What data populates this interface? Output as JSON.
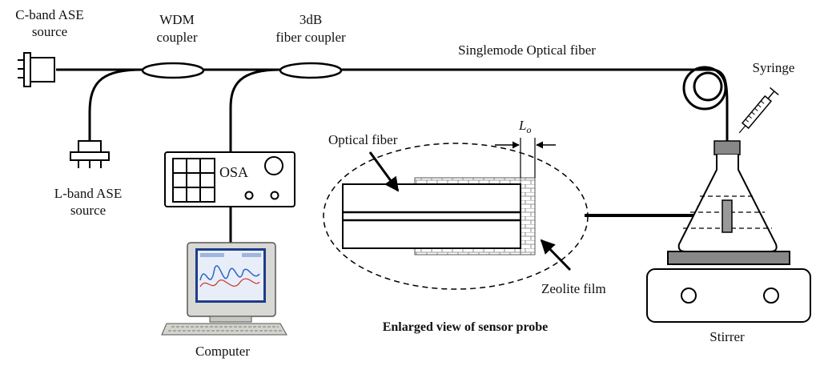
{
  "labels": {
    "cband_line1": "C-band ASE",
    "cband_line2": "source",
    "lband_line1": "L-band ASE",
    "lband_line2": "source",
    "wdm_line1": "WDM",
    "wdm_line2": "coupler",
    "coupler_line1": "3dB",
    "coupler_line2": "fiber coupler",
    "singlemode": "Singlemode Optical fiber",
    "syringe": "Syringe",
    "osa": "OSA",
    "optical_fiber": "Optical fiber",
    "lo_main": "L",
    "lo_sub": "o",
    "zeolite": "Zeolite film",
    "enlarged": "Enlarged view of sensor probe",
    "computer": "Computer",
    "stirrer": "Stirrer"
  }
}
